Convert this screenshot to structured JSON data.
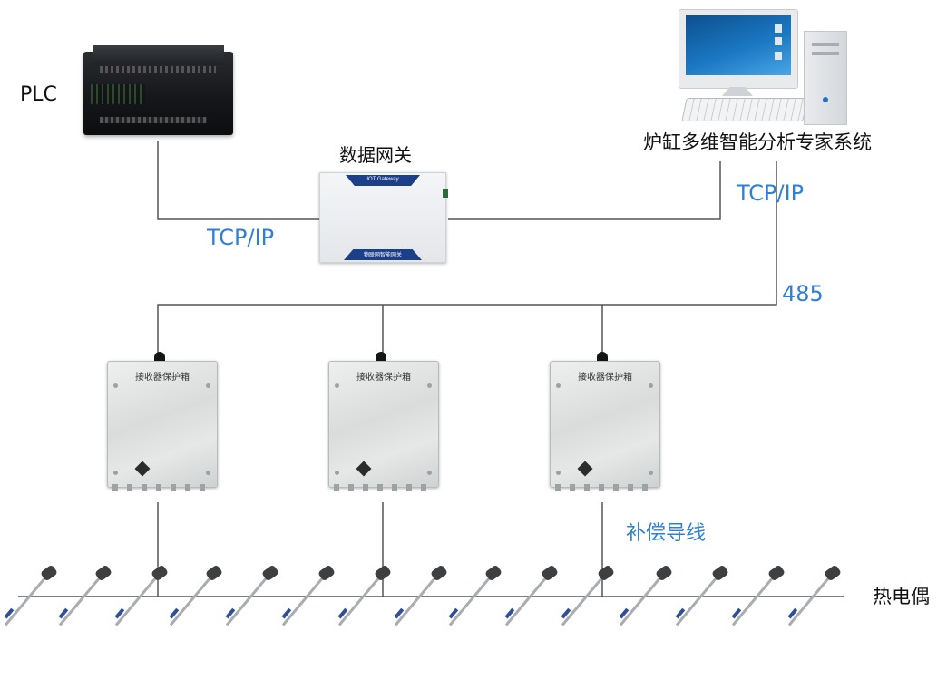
{
  "devices": {
    "plc": "PLC",
    "gateway": "数据网关",
    "gateway_top_text": "IOT Gateway",
    "gateway_bottom_text": "物联网智能网关",
    "computer": "炉缸多维智能分析专家系统",
    "receiver_box_text": "接收器保护箱",
    "thermocouple": "热电偶"
  },
  "connections": {
    "plc_gateway": "TCP/IP",
    "gateway_computer": "TCP/IP",
    "bus": "485",
    "compensation_wire": "补偿导线"
  },
  "colors": {
    "label_blue": "#2f7fd6",
    "line": "#555555"
  }
}
